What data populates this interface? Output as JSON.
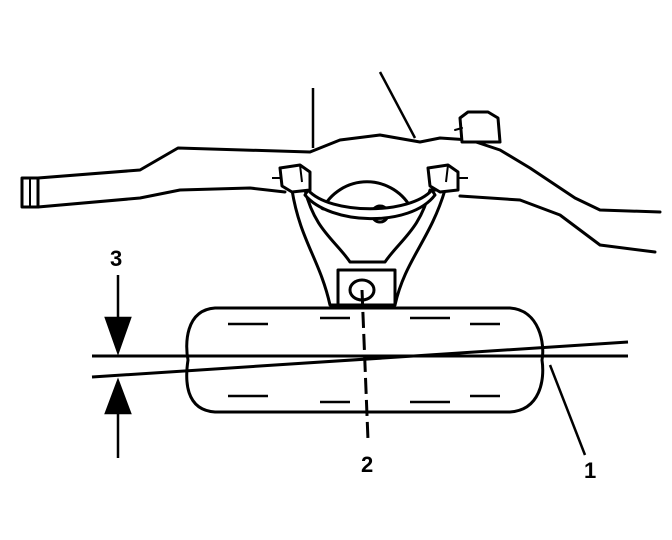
{
  "diagram": {
    "colors": {
      "ink": "#000000",
      "paper": "#ffffff"
    },
    "callouts": [
      {
        "id": "callout-1",
        "label": "1"
      },
      {
        "id": "callout-2",
        "label": "2"
      },
      {
        "id": "callout-3",
        "label": "3"
      }
    ]
  }
}
